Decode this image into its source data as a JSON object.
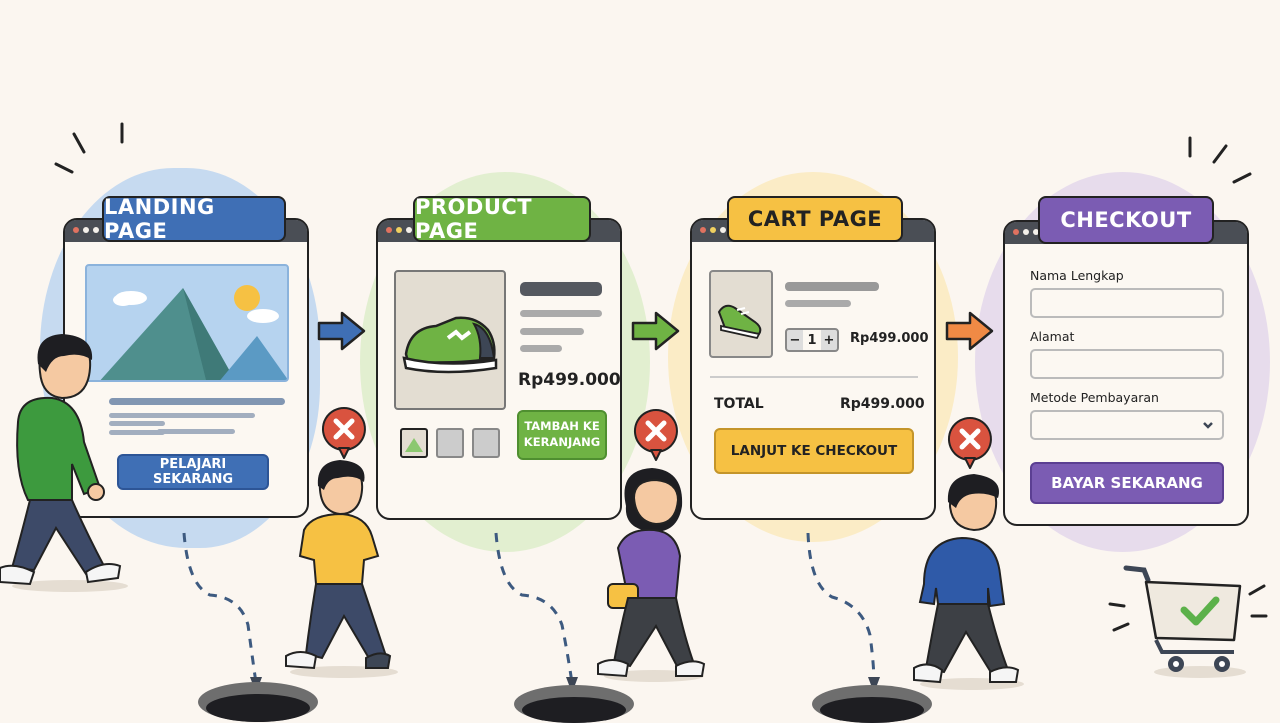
{
  "stages": [
    {
      "id": "landing",
      "title": "LANDING PAGE",
      "color": "#3f6fb5",
      "button_label": "PELAJARI SEKARANG"
    },
    {
      "id": "product",
      "title": "PRODUCT PAGE",
      "color": "#6fb344",
      "price": "Rp499.000",
      "button_label_line1": "TAMBAH KE",
      "button_label_line2": "KERANJANG"
    },
    {
      "id": "cart",
      "title": "CART PAGE",
      "color": "#f6c143",
      "quantity": "1",
      "qty_minus": "−",
      "qty_plus": "+",
      "item_price": "Rp499.000",
      "total_label": "TOTAL",
      "total_value": "Rp499.000",
      "button_label": "LANJUT KE CHECKOUT"
    },
    {
      "id": "checkout",
      "title": "CHECKOUT",
      "color": "#7b5cb3",
      "fields": [
        {
          "label": "Nama Lengkap",
          "value": ""
        },
        {
          "label": "Alamat",
          "value": ""
        },
        {
          "label": "Metode Pembayaran",
          "value": "",
          "type": "select"
        }
      ],
      "button_label": "BAYAR SEKARANG"
    }
  ],
  "arrows": [
    {
      "from": "landing",
      "to": "product",
      "color": "#3f6fb5"
    },
    {
      "from": "product",
      "to": "cart",
      "color": "#6fb344"
    },
    {
      "from": "cart",
      "to": "checkout",
      "color": "#f08a45"
    }
  ],
  "dropoff_icons": [
    "x-bubble-icon",
    "x-bubble-icon",
    "x-bubble-icon"
  ],
  "success_icon": "cart-check-icon",
  "colors": {
    "background": "#fbf6f0",
    "dropoff": "#d9533f",
    "success": "#5cb14a"
  }
}
